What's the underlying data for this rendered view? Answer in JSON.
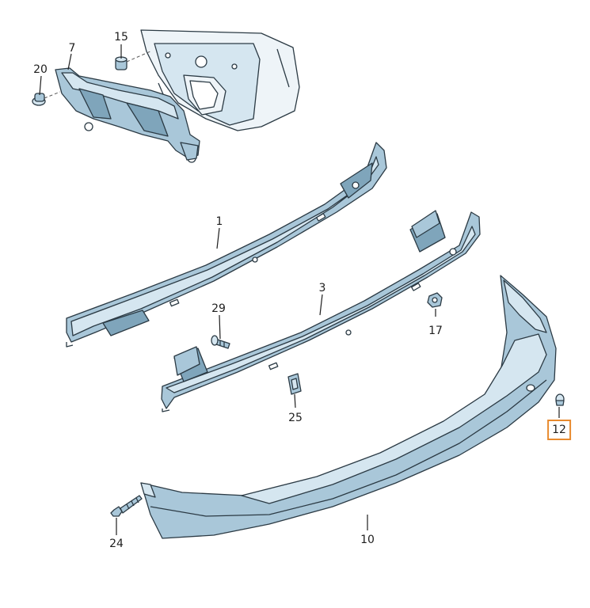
{
  "callouts": {
    "c1": "1",
    "c3": "3",
    "c7": "7",
    "c10": "10",
    "c12": "12",
    "c15": "15",
    "c17": "17",
    "c20": "20",
    "c24": "24",
    "c25": "25",
    "c29": "29"
  },
  "highlight": {
    "callout": "12",
    "color": "#e88a2e"
  },
  "colors": {
    "part_fill": "#a9c7d9",
    "part_outline": "#2b3a44"
  }
}
